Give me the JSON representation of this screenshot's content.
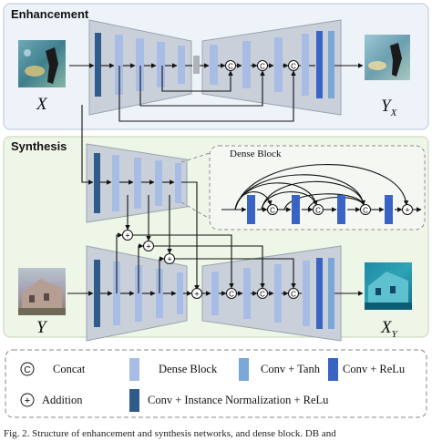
{
  "panels": {
    "enhancement": {
      "title": "Enhancement",
      "input_var": "X",
      "output_var": "Y",
      "output_sub": "X"
    },
    "synthesis": {
      "title": "Synthesis",
      "input_var": "Y",
      "output_var": "X",
      "output_sub": "Y"
    }
  },
  "dense_block": {
    "title": "Dense Block",
    "concat_glyph": "C",
    "add_glyph": "+"
  },
  "legend": {
    "concat": {
      "glyph": "C",
      "label": "Concat"
    },
    "addition": {
      "glyph": "+",
      "label": "Addition"
    },
    "dense_block": {
      "label": "Dense Block"
    },
    "conv_tanh": {
      "label": "Conv + Tanh"
    },
    "conv_relu": {
      "label": "Conv + ReLu"
    },
    "conv_in_relu": {
      "label": "Conv + Instance Normalization + ReLu"
    }
  },
  "caption": "Fig. 2.   Structure of enhancement and synthesis networks, and dense block. DB and",
  "colors": {
    "enhancement_bg": "#eef3fa",
    "synthesis_bg": "#eef6e8",
    "trapezoid": "#c9d0da",
    "dense_block": "#a8bde6",
    "conv_tanh": "#7aa6d8",
    "conv_relu": "#3a64c4",
    "conv_in_relu": "#2f5b8a",
    "bottleneck": "#aeb4ba"
  },
  "icons": [
    "concat-icon",
    "addition-icon",
    "input-image-x",
    "output-image-yx",
    "input-image-y",
    "output-image-xy"
  ]
}
